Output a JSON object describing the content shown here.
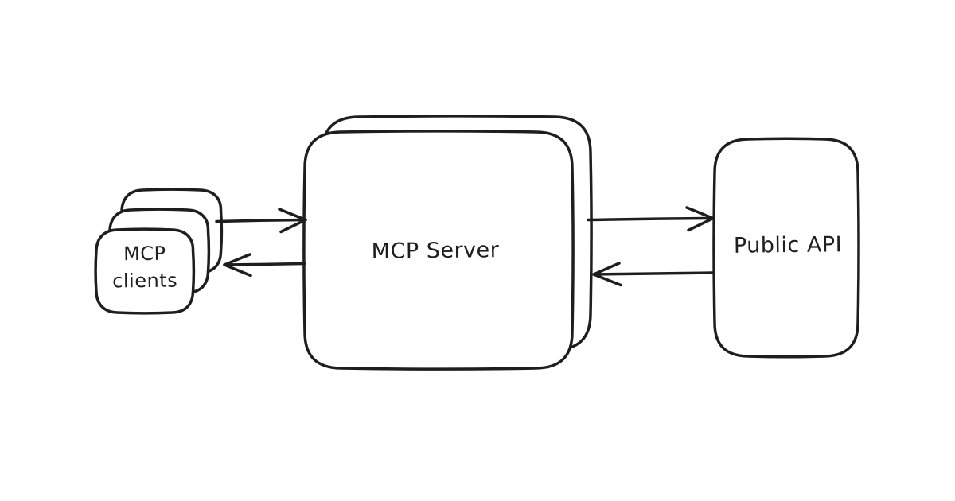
{
  "diagram": {
    "title": "MCP architecture diagram",
    "style": "hand-drawn sketch",
    "background_color": "#ffffff",
    "stroke_color": "#1e1e1e",
    "fill_color": "#ffffff",
    "nodes": [
      {
        "id": "mcp-clients",
        "label": "MCP\nclients",
        "shape": "stacked-rounded-rect",
        "stack_count": 3
      },
      {
        "id": "mcp-server",
        "label": "MCP Server",
        "shape": "stacked-rounded-rect",
        "stack_count": 2
      },
      {
        "id": "public-api",
        "label": "Public API",
        "shape": "rounded-rect",
        "stack_count": 1
      }
    ],
    "edges": [
      {
        "from": "mcp-clients",
        "to": "mcp-server",
        "arrow": "right"
      },
      {
        "from": "mcp-server",
        "to": "mcp-clients",
        "arrow": "left"
      },
      {
        "from": "mcp-server",
        "to": "public-api",
        "arrow": "right"
      },
      {
        "from": "public-api",
        "to": "mcp-server",
        "arrow": "left"
      }
    ]
  }
}
